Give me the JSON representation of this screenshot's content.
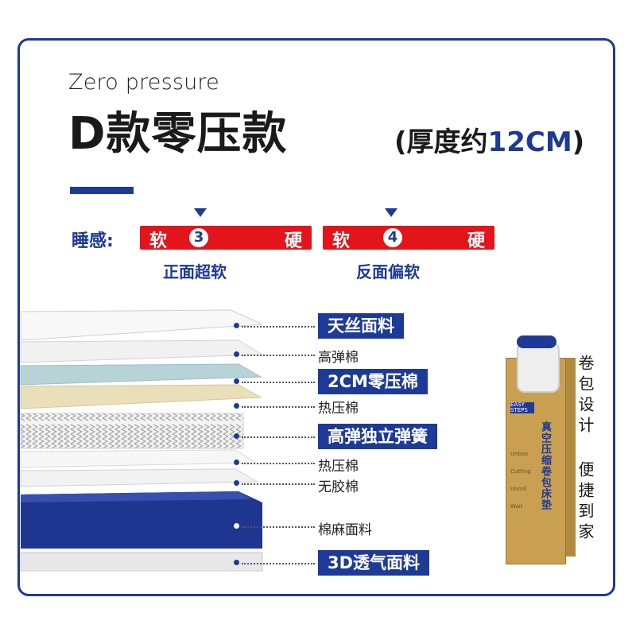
{
  "header": {
    "subtitle": "Zero pressure",
    "title": "D款零压款",
    "thickness_open": "(厚度约",
    "thickness_value": "12CM",
    "thickness_close": ")"
  },
  "feel": {
    "label": "睡感:",
    "scales": [
      {
        "soft": "软",
        "level": "3",
        "hard": "硬",
        "caption": "正面超软"
      },
      {
        "soft": "软",
        "level": "4",
        "hard": "硬",
        "caption": "反面偏软"
      }
    ]
  },
  "layers": [
    {
      "name": "天丝面料",
      "style": "box"
    },
    {
      "name": "高弹棉",
      "style": "text"
    },
    {
      "name": "2CM零压棉",
      "style": "box"
    },
    {
      "name": "热压棉",
      "style": "text"
    },
    {
      "name": "高弹独立弹簧",
      "style": "box"
    },
    {
      "name": "热压棉",
      "style": "text"
    },
    {
      "name": "无胶棉",
      "style": "text"
    },
    {
      "name": "棉麻面料",
      "style": "text"
    },
    {
      "name": "3D透气面料",
      "style": "box"
    }
  ],
  "box": {
    "badge": "EASY STEPS",
    "print": "真空压缩卷包床垫",
    "steps": [
      "Unbox",
      "Cutting",
      "Unroll",
      "Wait"
    ]
  },
  "side_text": {
    "top": "卷包设计",
    "bottom": "便捷到家"
  },
  "colors": {
    "brand_blue": "#1d3a96",
    "scale_red": "#e4141b",
    "box_kraft": "#c9a052"
  }
}
